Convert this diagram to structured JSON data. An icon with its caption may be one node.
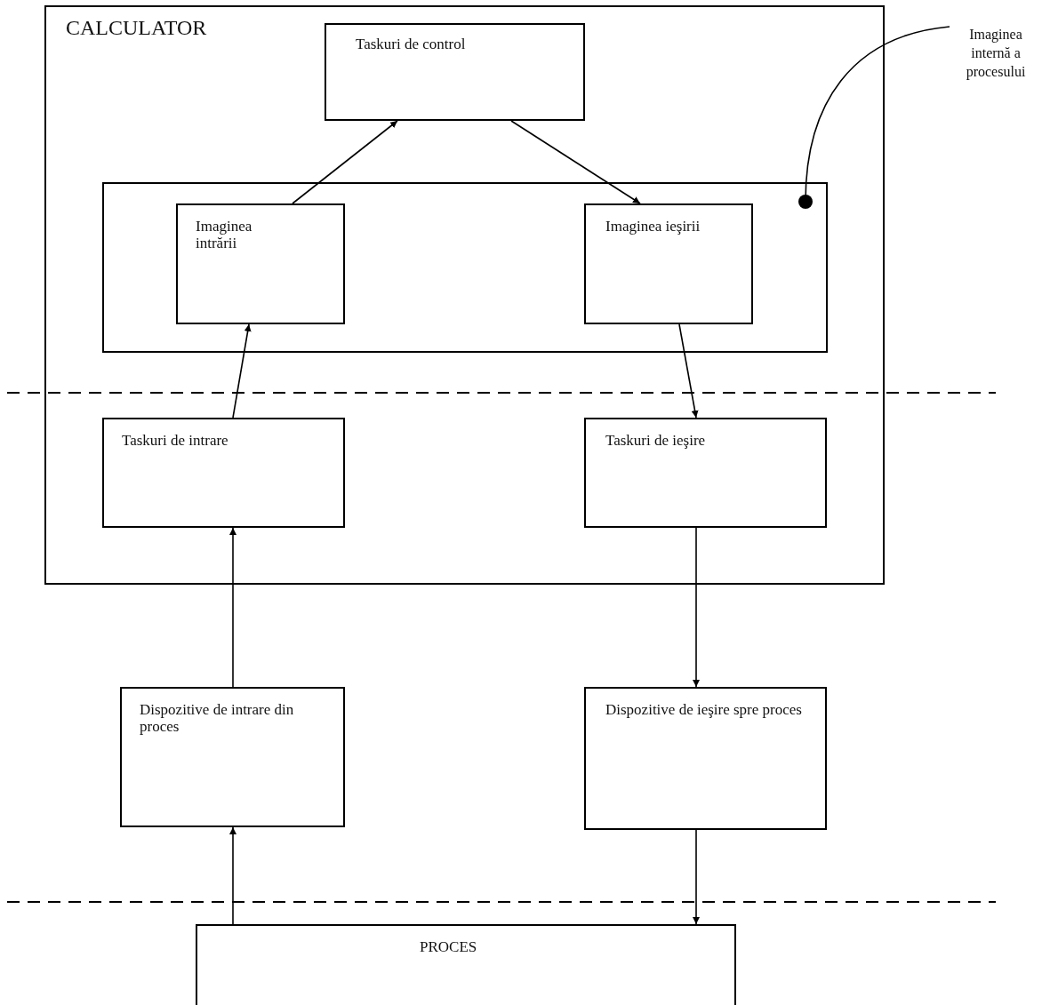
{
  "diagram": {
    "nodes": [
      {
        "text": [
          "CALCULATOR"
        ]
      },
      {
        "text": [
          "Taskuri de control"
        ],
        "in": 0
      },
      {
        "text": [],
        "shape": "box",
        "in": 0
      },
      {
        "text": [
          "Imaginea intrării"
        ],
        "in": 2
      },
      {
        "text": [
          "Imaginea ieşirii"
        ],
        "in": 2
      },
      {
        "text": [
          "Taskuri de intrare"
        ],
        "in": 0
      },
      {
        "text": [
          "Taskuri de ieşire"
        ],
        "in": 0
      },
      {
        "text": [
          "Dispozitive de intrare din proces"
        ]
      },
      {
        "text": [
          "Dispozitive de ieşire spre proces"
        ]
      },
      {
        "text": [
          "PROCES"
        ]
      },
      {
        "text": [
          "Imaginea internă a procesului"
        ]
      }
    ],
    "edges": [
      {
        "from": 3,
        "to": 1,
        "arrow": "to"
      },
      {
        "from": 1,
        "to": 4,
        "arrow": "to"
      },
      {
        "from": 5,
        "to": 3,
        "arrow": "to"
      },
      {
        "from": 4,
        "to": 6,
        "arrow": "to"
      },
      {
        "from": 7,
        "to": 5,
        "arrow": "to"
      },
      {
        "from": 6,
        "to": 8,
        "arrow": "to"
      },
      {
        "from": 9,
        "to": 7,
        "arrow": "to"
      },
      {
        "from": 8,
        "to": 9,
        "arrow": "to"
      },
      {
        "from": 10,
        "to": 2,
        "arrow": "other"
      }
    ]
  }
}
